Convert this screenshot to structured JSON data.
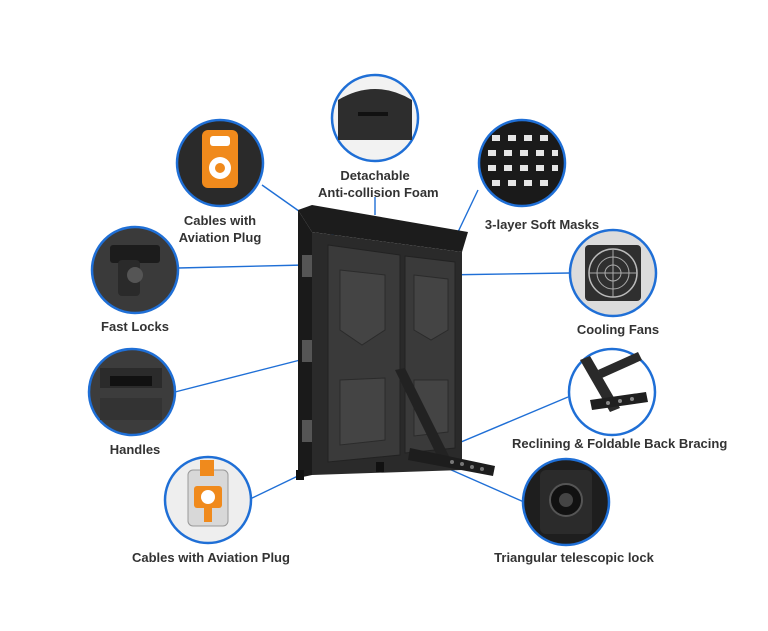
{
  "colors": {
    "callout_ring": "#1f6fd6",
    "leader_line": "#1f6fd6",
    "cabinet_body": "#2a2a2a",
    "panel": "#3a3a3a",
    "plug_orange": "#f08a1c",
    "label_text": "#333333"
  },
  "callouts": {
    "foam": {
      "line1": "Detachable",
      "line2": "Anti-collision Foam"
    },
    "cables_top": {
      "line1": "Cables with",
      "line2": "Aviation Plug"
    },
    "masks": {
      "label": "3-layer Soft Masks"
    },
    "fast_locks": {
      "label": "Fast Locks"
    },
    "cooling_fans": {
      "label": "Cooling Fans"
    },
    "handles": {
      "label": "Handles"
    },
    "back_bracing": {
      "label": "Reclining & Foldable Back Bracing"
    },
    "cables_bottom": {
      "label": "Cables with Aviation Plug"
    },
    "telescopic_lock": {
      "label": "Triangular telescopic lock"
    }
  },
  "icons": [
    "foam-edge-icon",
    "aviation-plug-icon",
    "soft-mask-grid-icon",
    "fast-lock-icon",
    "cooling-fan-icon",
    "handle-icon",
    "back-bracing-icon",
    "telescopic-lock-icon"
  ]
}
